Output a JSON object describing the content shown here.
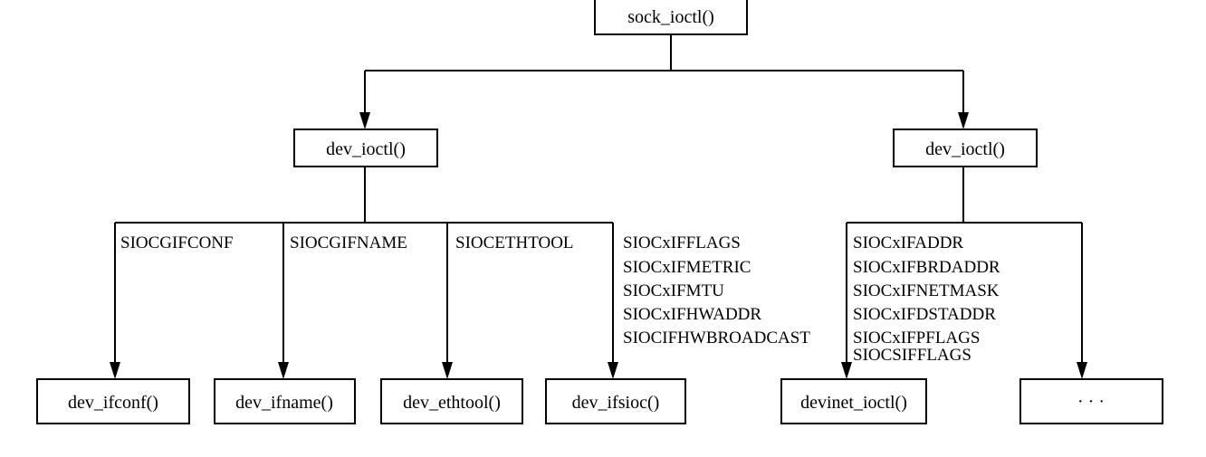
{
  "nodes": {
    "sock_ioctl": "sock_ioctl()",
    "dev_ioctl_left": "dev_ioctl()",
    "dev_ioctl_right": "dev_ioctl()",
    "dev_ifconf": "dev_ifconf()",
    "dev_ifname": "dev_ifname()",
    "dev_ethtool": "dev_ethtool()",
    "dev_ifsioc": "dev_ifsioc()",
    "devinet_ioctl": "devinet_ioctl()",
    "ellipsis": "· · ·"
  },
  "labels": {
    "siocgifconf": "SIOCGIFCONF",
    "siocgifname": "SIOCGIFNAME",
    "siocethtool": "SIOCETHTOOL",
    "ifsioc": [
      "SIOCxIFFLAGS",
      "SIOCxIFMETRIC",
      "SIOCxIFMTU",
      "SIOCxIFHWADDR",
      "SIOCIFHWBROADCAST"
    ],
    "devinet": [
      "SIOCxIFADDR",
      "SIOCxIFBRDADDR",
      "SIOCxIFNETMASK",
      "SIOCxIFDSTADDR",
      "SIOCxIFPFLAGS",
      "SIOCSIFFLAGS"
    ]
  }
}
